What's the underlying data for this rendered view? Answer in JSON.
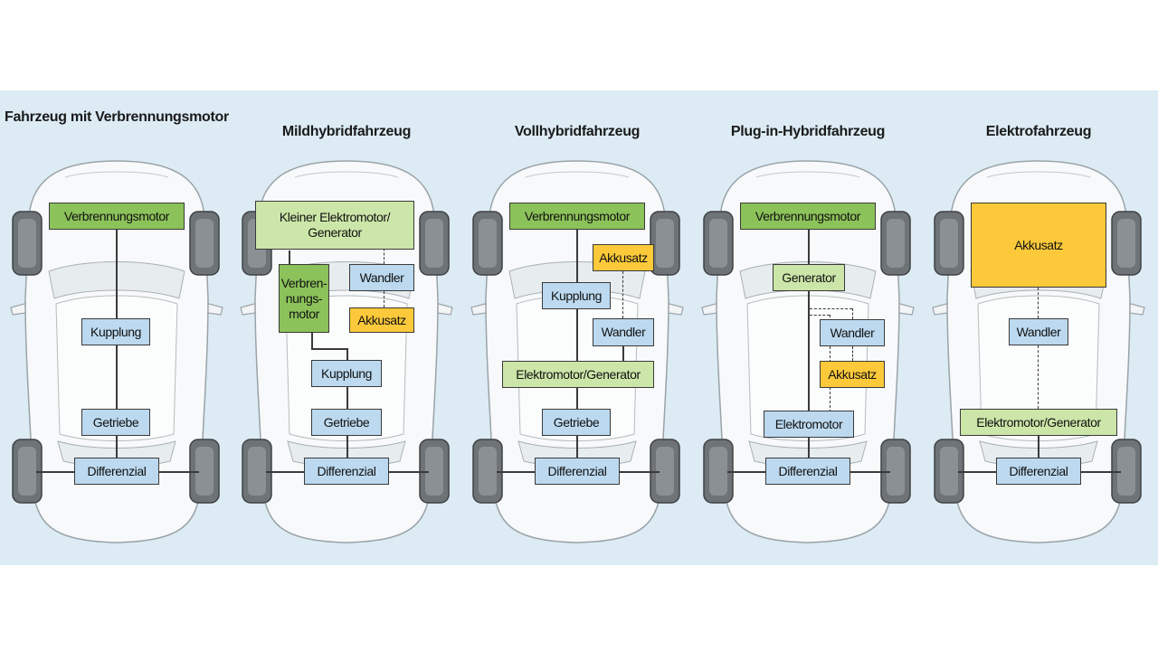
{
  "vehicles": [
    {
      "title": "Fahrzeug mit Verbrennungsmotor",
      "labels": {
        "engine": "Verbrennungsmotor",
        "clutch": "Kupplung",
        "gearbox": "Getriebe",
        "differential": "Differenzial"
      }
    },
    {
      "title": "Mildhybridfahrzeug",
      "labels": {
        "small_motor": "Kleiner Elektromotor/ Generator",
        "engine": "Verbren- nungs- motor",
        "converter": "Wandler",
        "battery": "Akkusatz",
        "clutch": "Kupplung",
        "gearbox": "Getriebe",
        "differential": "Differenzial"
      }
    },
    {
      "title": "Vollhybridfahrzeug",
      "labels": {
        "engine": "Verbrennungsmotor",
        "battery": "Akkusatz",
        "clutch": "Kupplung",
        "converter": "Wandler",
        "motor_generator": "Elektromotor/Generator",
        "gearbox": "Getriebe",
        "differential": "Differenzial"
      }
    },
    {
      "title": "Plug-in-Hybridfahrzeug",
      "labels": {
        "engine": "Verbrennungsmotor",
        "generator": "Generator",
        "converter": "Wandler",
        "battery": "Akkusatz",
        "motor": "Elektromotor",
        "differential": "Differenzial"
      }
    },
    {
      "title": "Elektrofahrzeug",
      "labels": {
        "battery": "Akkusatz",
        "converter": "Wandler",
        "motor_generator": "Elektromotor/Generator",
        "differential": "Differenzial"
      }
    }
  ],
  "colors": {
    "engine_green": "#8cc25a",
    "light_green": "#cce5a8",
    "component_blue": "#bcd9ef",
    "battery_yellow": "#fbc93a",
    "background": "#dcebf4"
  }
}
